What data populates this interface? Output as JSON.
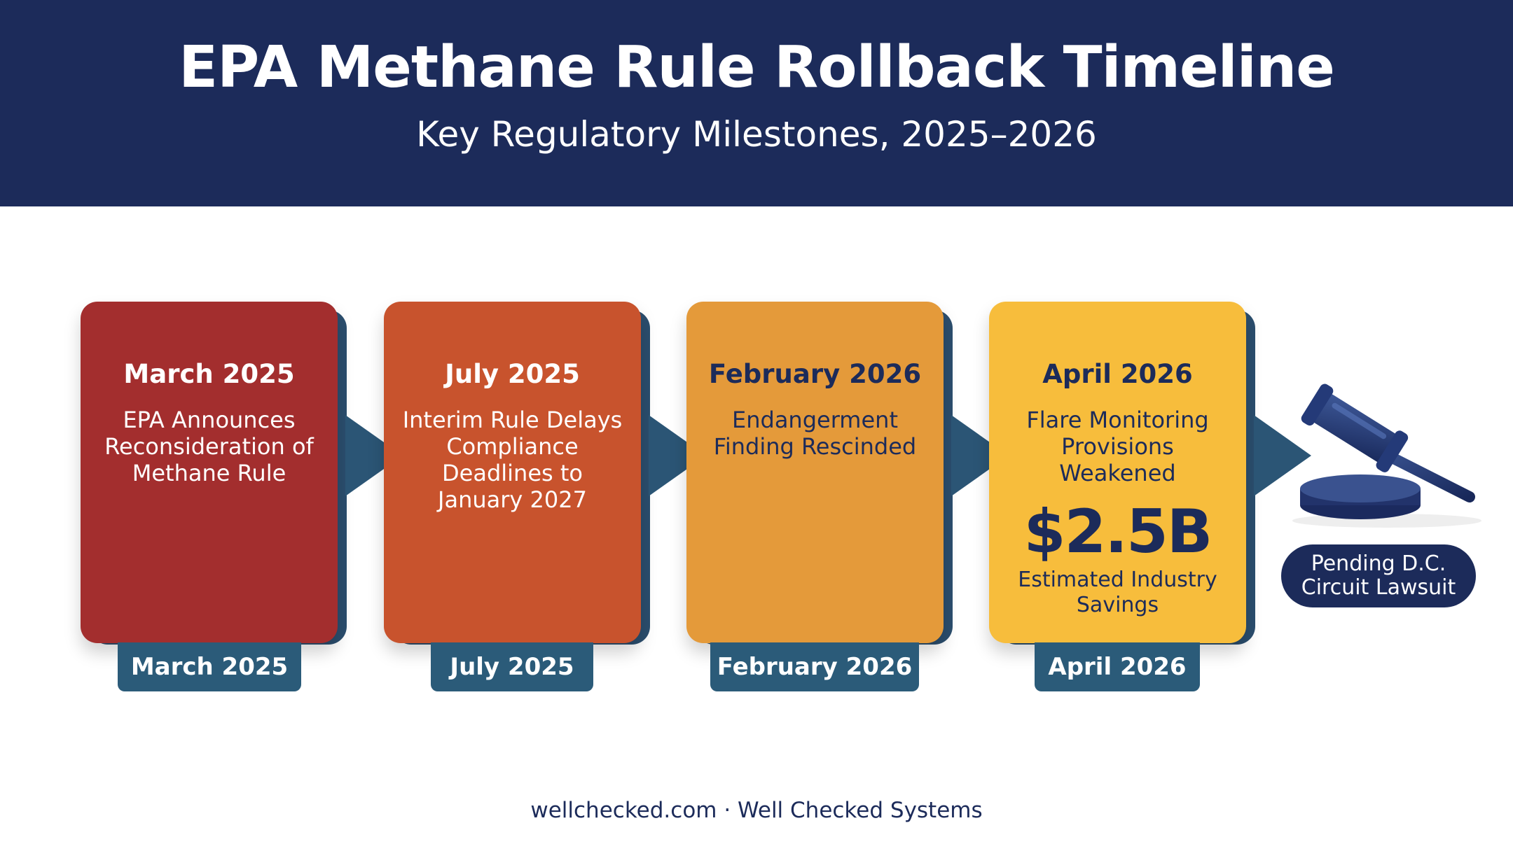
{
  "header": {
    "title": "EPA Methane Rule Rollback Timeline",
    "subtitle": "Key Regulatory Milestones, 2025–2026"
  },
  "colors": {
    "header_bg": "#1c2b5a",
    "accent_teal": "#2b5b79",
    "card_1": "#a32e2e",
    "card_2": "#c8532d",
    "card_3": "#e49a3a",
    "card_4": "#f7bd3c"
  },
  "milestones": [
    {
      "date": "March 2025",
      "description": "EPA Announces Reconsideration of Methane Rule",
      "tab_label": "March 2025"
    },
    {
      "date": "July 2025",
      "description": "Interim Rule Delays Compliance Deadlines to January 2027",
      "tab_label": "July 2025"
    },
    {
      "date": "February 2026",
      "description": "Endangerment Finding Rescinded",
      "tab_label": "February 2026"
    },
    {
      "date": "April 2026",
      "description": "Flare Monitoring Provisions Weakened",
      "stat_value": "$2.5B",
      "stat_label": "Estimated Industry Savings",
      "tab_label": "April 2026"
    }
  ],
  "final": {
    "icon": "gavel-icon",
    "label": "Pending D.C. Circuit Lawsuit"
  },
  "footer": {
    "text": "wellchecked.com · Well Checked Systems"
  }
}
